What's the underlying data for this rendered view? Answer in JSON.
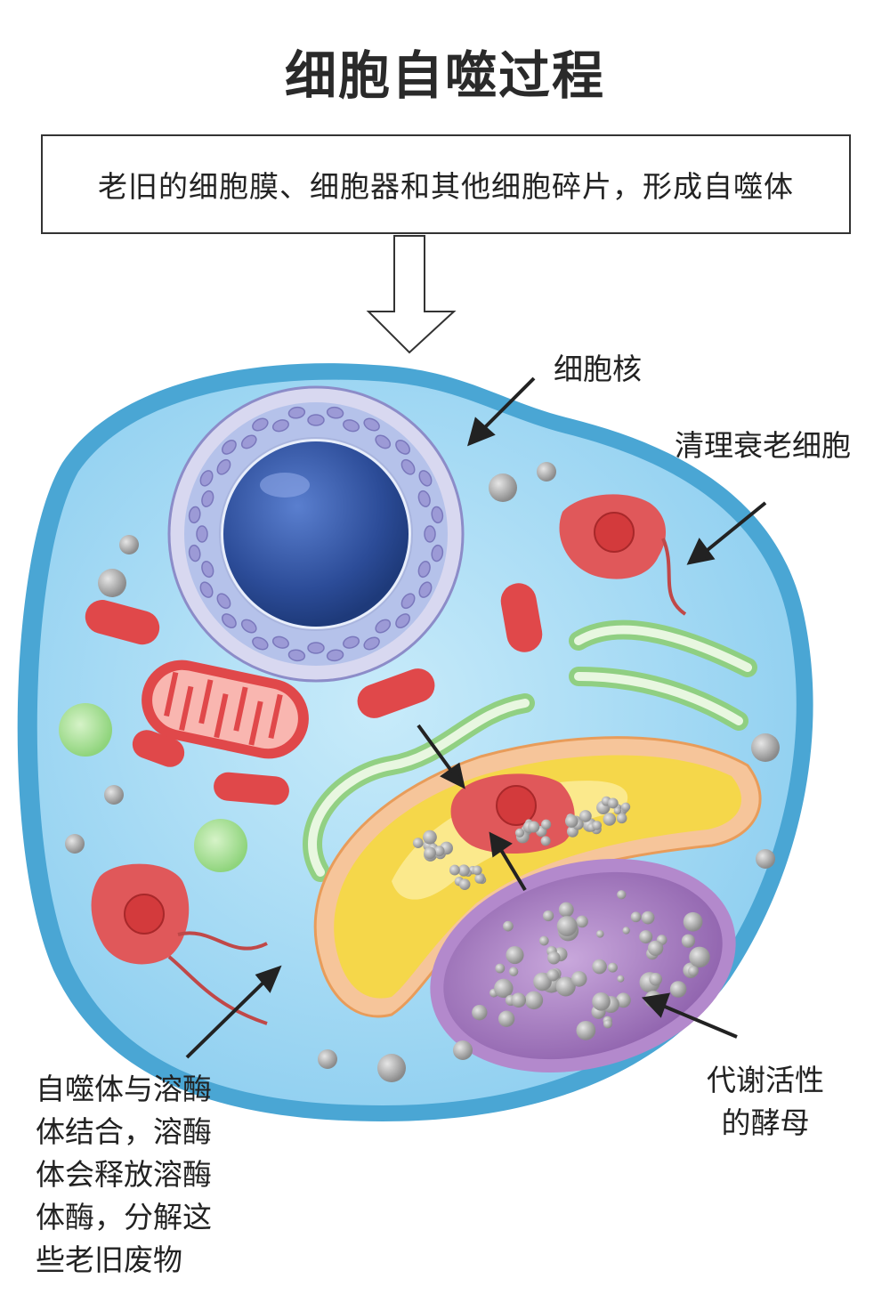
{
  "title": "细胞自噬过程",
  "top_box_text": "老旧的细胞膜、细胞器和其他细胞碎片，形成自噬体",
  "labels": {
    "nucleus": "细胞核",
    "clean_senescent": "清理衰老细胞",
    "fusion_left_lines": [
      "自噬体与溶酶",
      "体结合，溶酶",
      "体会释放溶酶",
      "体酶，分解这",
      "些老旧废物"
    ],
    "active_enzyme_lines": [
      "代谢活性",
      "的酵母"
    ]
  },
  "colors": {
    "cytoplasm": "#a8dcf2",
    "cell_membrane": "#4aa6d4",
    "nucleus": "#2d4f9c",
    "mitochondria": "#e0484a",
    "golgi": "#f5d74a",
    "er": "#9ad58e",
    "lysosome": "#9a6fb8",
    "autophagosome": "#e05a5a"
  }
}
